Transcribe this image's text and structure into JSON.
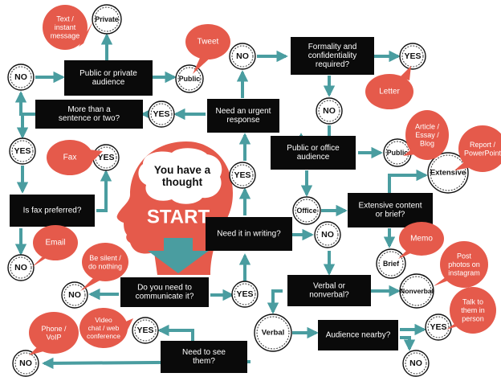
{
  "start": {
    "headline": [
      "You have a",
      "thought"
    ],
    "label": "START"
  },
  "decisions": {
    "need_to_communicate": [
      "Do you need to",
      "communicate it?"
    ],
    "need_in_writing": [
      "Need it in writing?"
    ],
    "need_urgent": [
      "Need an urgent",
      "response"
    ],
    "more_than_sentence": [
      "More than a",
      "sentence or two?"
    ],
    "public_private": [
      "Public or private",
      "audience"
    ],
    "fax_preferred": [
      "Is fax preferred?"
    ],
    "formality": [
      "Formality and",
      "confidentiality",
      "required?"
    ],
    "public_office": [
      "Public or office",
      "audience"
    ],
    "extensive_brief": [
      "Extensive content",
      "or brief?"
    ],
    "verbal_nonverbal": [
      "Verbal or",
      "nonverbal?"
    ],
    "audience_nearby": [
      "Audience nearby?"
    ],
    "need_to_see": [
      "Need to see",
      "them?"
    ]
  },
  "nodes": {
    "yes": [
      "YES"
    ],
    "no": [
      "NO"
    ],
    "private": [
      "Private"
    ],
    "public": [
      "Public"
    ],
    "office": [
      "Office"
    ],
    "extensive": [
      "Extensive"
    ],
    "brief": [
      "Brief"
    ],
    "nonverbal": [
      "Nonverbal"
    ],
    "verbal": [
      "Verbal"
    ]
  },
  "outcomes": {
    "text_message": [
      "Text /",
      "instant",
      "message"
    ],
    "tweet": [
      "Tweet"
    ],
    "letter": [
      "Letter"
    ],
    "fax": [
      "Fax"
    ],
    "email": [
      "Email"
    ],
    "be_silent": [
      "Be silent /",
      "do nothing"
    ],
    "article": [
      "Article /",
      "Essay /",
      "Blog"
    ],
    "report": [
      "Report /",
      "PowerPoint"
    ],
    "memo": [
      "Memo"
    ],
    "post_photos": [
      "Post",
      "photos on",
      "instagram"
    ],
    "talk_in_person": [
      "Talk to",
      "them in",
      "person"
    ],
    "video_chat": [
      "Video",
      "chat / web",
      "conference"
    ],
    "phone_voip": [
      "Phone /",
      "VoIP"
    ]
  },
  "colors": {
    "box": "#0a0a0a",
    "bubble": "#e55a4b",
    "arrow": "#4a9da0",
    "start_text": "#ffffff"
  }
}
